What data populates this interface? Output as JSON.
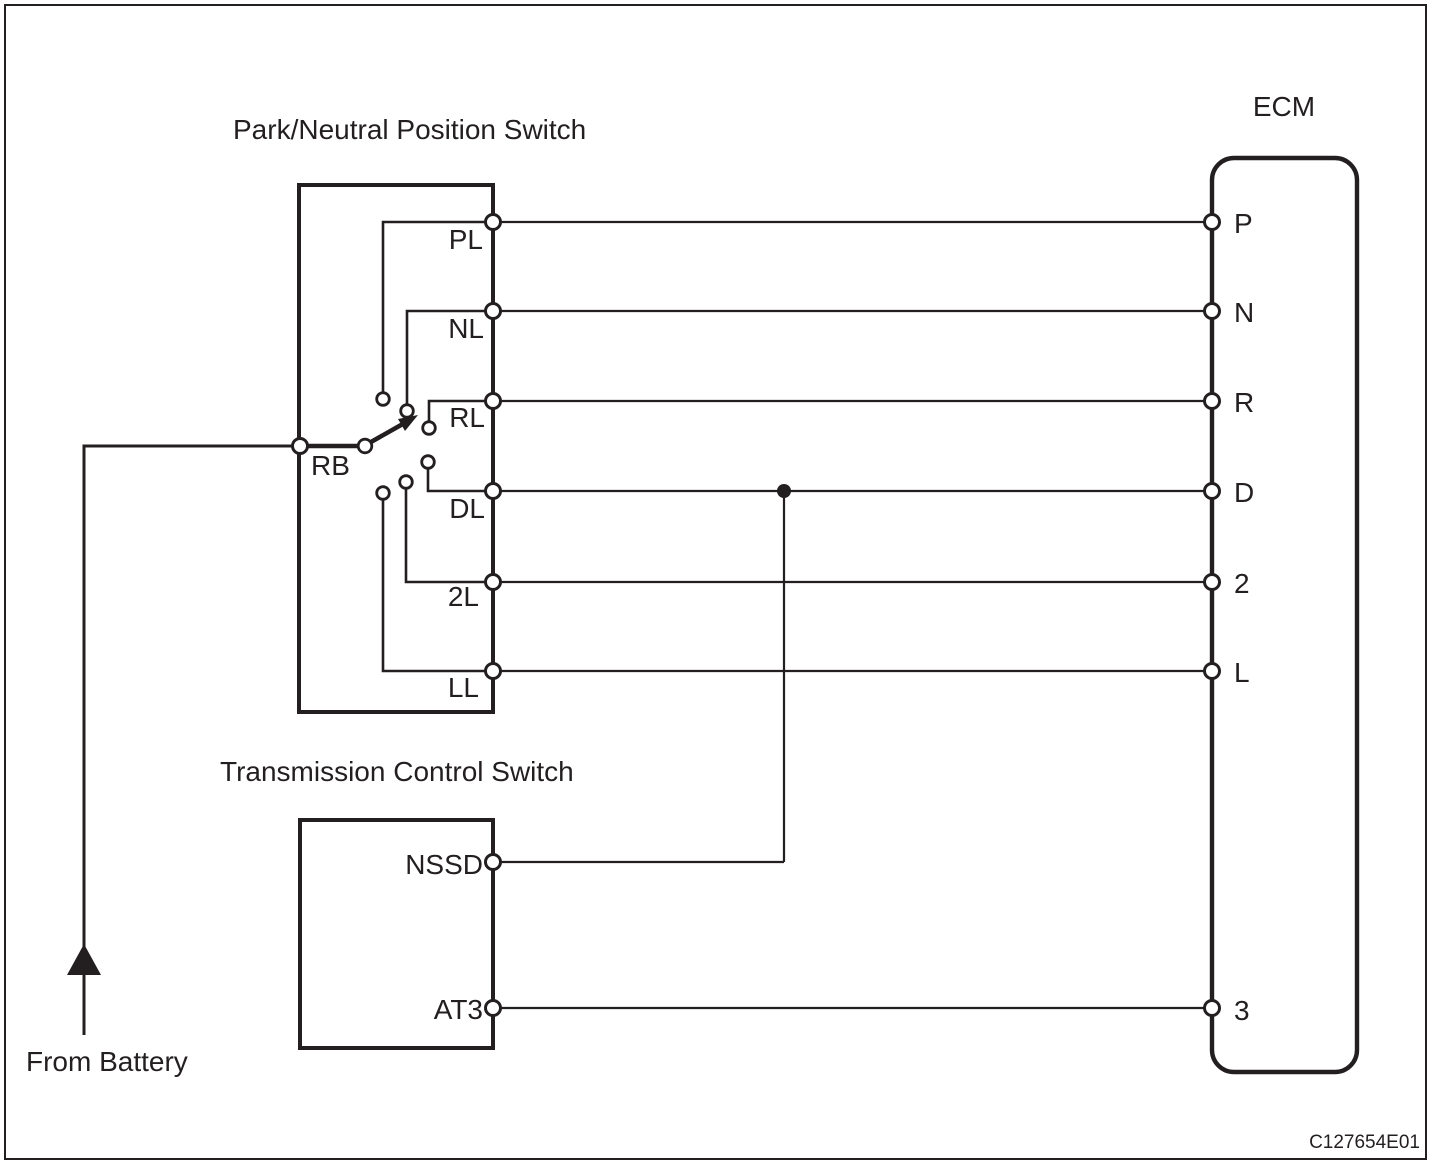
{
  "colors": {
    "ink": "#231f20",
    "background": "#ffffff"
  },
  "figure_code": "C127654E01",
  "battery": {
    "label": "From Battery"
  },
  "pnp_switch": {
    "title": "Park/Neutral Position Switch",
    "terminals": {
      "pl": "PL",
      "nl": "NL",
      "rl": "RL",
      "dl": "DL",
      "second": "2L",
      "ll": "LL",
      "rb": "RB"
    }
  },
  "tcs": {
    "title": "Transmission Control Switch",
    "terminals": {
      "nssd": "NSSD",
      "at3": "AT3"
    }
  },
  "ecm": {
    "title": "ECM",
    "pins": {
      "p": "P",
      "n": "N",
      "r": "R",
      "d": "D",
      "second": "2",
      "l": "L",
      "third": "3"
    }
  }
}
